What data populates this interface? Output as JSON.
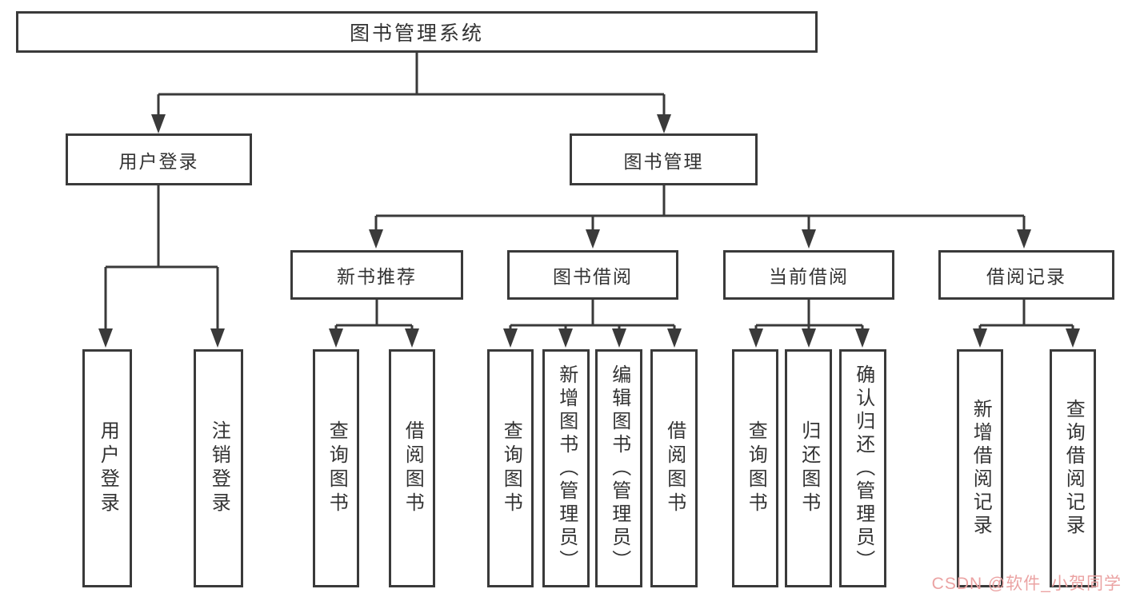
{
  "tree": {
    "root": {
      "label": "图书管理系统"
    },
    "branches": [
      {
        "label": "用户登录",
        "children": [
          {
            "label": "用户登录"
          },
          {
            "label": "注销登录"
          }
        ]
      },
      {
        "label": "图书管理",
        "children": [
          {
            "label": "新书推荐",
            "children": [
              {
                "label": "查询图书"
              },
              {
                "label": "借阅图书"
              }
            ]
          },
          {
            "label": "图书借阅",
            "children": [
              {
                "label": "查询图书"
              },
              {
                "label": "新增图书（管理员）"
              },
              {
                "label": "编辑图书（管理员）"
              },
              {
                "label": "借阅图书"
              }
            ]
          },
          {
            "label": "当前借阅",
            "children": [
              {
                "label": "查询图书"
              },
              {
                "label": "归还图书"
              },
              {
                "label": "确认归还（管理员）"
              }
            ]
          },
          {
            "label": "借阅记录",
            "children": [
              {
                "label": "新增借阅记录"
              },
              {
                "label": "查询借阅记录"
              }
            ]
          }
        ]
      }
    ]
  },
  "watermark": {
    "text": "CSDN @软件_小贺同学",
    "color": "#eba3a3"
  },
  "colors": {
    "line": "#3a3a3a",
    "box_border": "#3a3a3a",
    "text": "#333333",
    "background": "#ffffff"
  }
}
